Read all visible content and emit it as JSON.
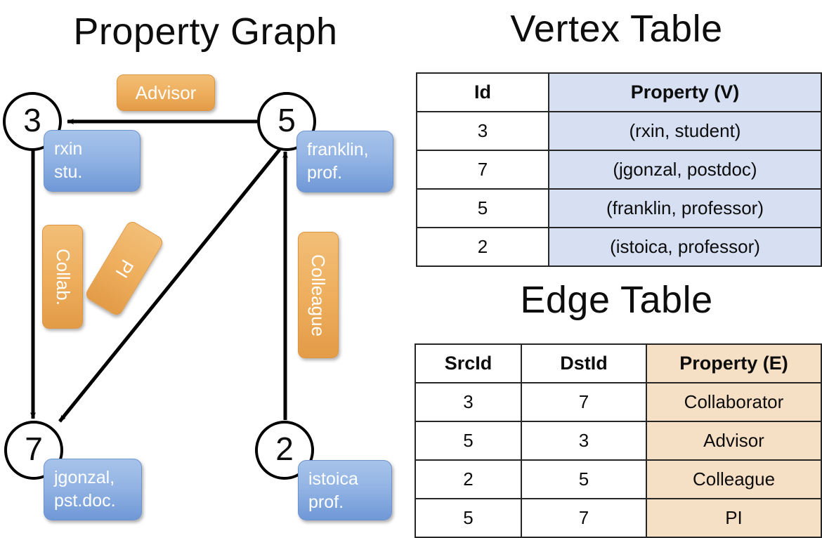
{
  "titles": {
    "property_graph": "Property Graph",
    "vertex_table": "Vertex Table",
    "edge_table": "Edge Table"
  },
  "graph": {
    "nodes": [
      {
        "id": "3",
        "name": "node-3",
        "property_lines": [
          "rxin",
          "stu."
        ]
      },
      {
        "id": "5",
        "name": "node-5",
        "property_lines": [
          "franklin,",
          "prof."
        ]
      },
      {
        "id": "7",
        "name": "node-7",
        "property_lines": [
          "jgonzal,",
          "pst.doc."
        ]
      },
      {
        "id": "2",
        "name": "node-2",
        "property_lines": [
          "istoica",
          "prof."
        ]
      }
    ],
    "edge_labels": [
      {
        "name": "advisor",
        "text": "Advisor"
      },
      {
        "name": "collab",
        "text": "Collab."
      },
      {
        "name": "pi",
        "text": "PI"
      },
      {
        "name": "colleague",
        "text": "Colleague"
      }
    ],
    "edges": [
      {
        "src": "5",
        "dst": "3",
        "label": "Advisor"
      },
      {
        "src": "3",
        "dst": "7",
        "label": "Collab."
      },
      {
        "src": "5",
        "dst": "7",
        "label": "PI"
      },
      {
        "src": "2",
        "dst": "5",
        "label": "Colleague"
      }
    ]
  },
  "vertex_table": {
    "headers": [
      "Id",
      "Property (V)"
    ],
    "rows": [
      {
        "id": "3",
        "property": "(rxin, student)"
      },
      {
        "id": "7",
        "property": "(jgonzal, postdoc)"
      },
      {
        "id": "5",
        "property": "(franklin, professor)"
      },
      {
        "id": "2",
        "property": "(istoica, professor)"
      }
    ]
  },
  "edge_table": {
    "headers": [
      "SrcId",
      "DstId",
      "Property (E)"
    ],
    "rows": [
      {
        "src": "3",
        "dst": "7",
        "property": "Collaborator"
      },
      {
        "src": "5",
        "dst": "3",
        "property": "Advisor"
      },
      {
        "src": "2",
        "dst": "5",
        "property": "Colleague"
      },
      {
        "src": "5",
        "dst": "7",
        "property": "PI"
      }
    ]
  },
  "colors": {
    "vertex_property_fill": "#d6e0f2",
    "edge_property_fill": "#f5dfc5",
    "node_property_box": "#93b4e4",
    "edge_label_box": "#eeaf5e",
    "stroke": "#000000"
  }
}
